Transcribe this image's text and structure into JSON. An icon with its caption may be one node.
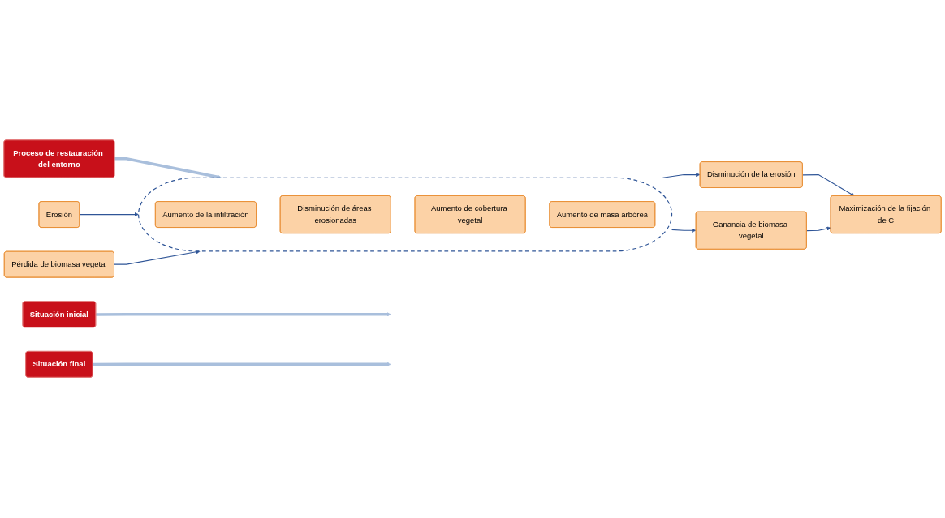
{
  "diagram": {
    "nodes": [
      {
        "text": [
          "Situación inicial"
        ]
      },
      {
        "text": [
          "Proceso de restauración del entorno"
        ]
      },
      {
        "text": [
          "Situación final"
        ]
      },
      {
        "text": [
          "Erosión"
        ]
      },
      {
        "text": [
          "Pérdida de biomasa vegetal"
        ]
      },
      {
        "text": [],
        "shape": "ellipse"
      },
      {
        "text": [
          "Aumento de la infiltración"
        ],
        "in": 5
      },
      {
        "text": [
          "Disminución de áreas erosionadas"
        ],
        "in": 5
      },
      {
        "text": [
          "Aumento de cobertura vegetal"
        ],
        "in": 5
      },
      {
        "text": [
          "Aumento de masa arbórea"
        ],
        "in": 5
      },
      {
        "text": [
          "Disminución de la erosión"
        ]
      },
      {
        "text": [
          "Ganancia de biomasa vegetal"
        ]
      },
      {
        "text": [
          "Maximización de la fijación de C"
        ]
      }
    ],
    "edges": [
      {
        "from": 0,
        "to": null,
        "arrow": "to",
        "style": "thick",
        "color": "#a9bfdc"
      },
      {
        "from": 1,
        "to": 5,
        "arrow": "to",
        "style": "thick",
        "color": "#a9bfdc"
      },
      {
        "from": 2,
        "to": null,
        "arrow": "to",
        "style": "thick",
        "color": "#a9bfdc"
      },
      {
        "from": 3,
        "to": 5,
        "arrow": "to"
      },
      {
        "from": 4,
        "to": 5,
        "arrow": "to"
      },
      {
        "from": 5,
        "to": 10,
        "arrow": "to"
      },
      {
        "from": 5,
        "to": 11,
        "arrow": "to"
      },
      {
        "from": 10,
        "to": 12,
        "arrow": "to"
      },
      {
        "from": 11,
        "to": 12,
        "arrow": "to"
      }
    ]
  }
}
